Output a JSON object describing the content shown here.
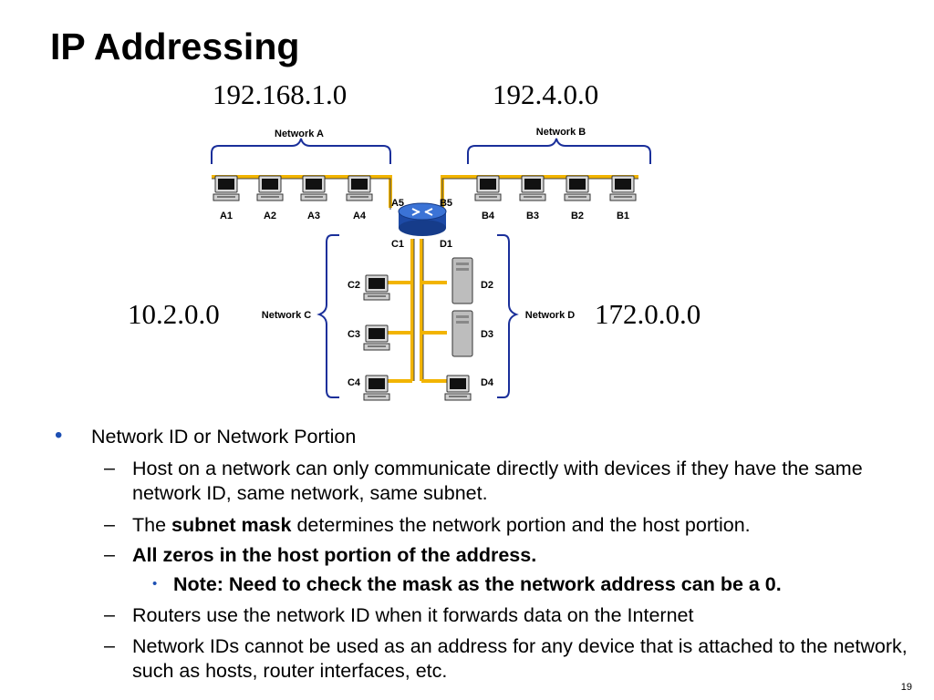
{
  "slide": {
    "title": "IP Addressing",
    "page_number": "19"
  },
  "network_addresses": {
    "a": "192.168.1.0",
    "b": "192.4.0.0",
    "c": "10.2.0.0",
    "d": "172.0.0.0"
  },
  "diagram": {
    "network_a_label": "Network A",
    "network_b_label": "Network B",
    "network_c_label": "Network C",
    "network_d_label": "Network D",
    "hosts_a": [
      "A1",
      "A2",
      "A3",
      "A4"
    ],
    "hosts_b": [
      "B4",
      "B3",
      "B2",
      "B1"
    ],
    "hosts_c": [
      "C2",
      "C3",
      "C4"
    ],
    "hosts_d": [
      "D2",
      "D3",
      "D4"
    ],
    "router_ports": [
      "A5",
      "B5",
      "C1",
      "D1"
    ],
    "router_icon": "router-icon",
    "pc_icon": "computer-icon",
    "server_icon": "server-icon"
  },
  "bullets": {
    "main": "Network ID or Network Portion",
    "sub1": "Host on a network can only communicate directly with devices if they have the same network ID, same network, same subnet.",
    "sub2_pre": "The ",
    "sub2_bold": "subnet mask",
    "sub2_post": " determines the network portion and the host portion.",
    "sub3": "All zeros in the host portion of the address.",
    "sub3_note": "Note: Need to check the mask as the network address can be a 0.",
    "sub4": "Routers use the network ID when it forwards data on the Internet",
    "sub5": "Network IDs cannot be used as an address for any device that is attached to the network, such as hosts, router interfaces, etc.",
    "dash_glyph": "–",
    "dot_glyph": "•"
  },
  "colors": {
    "cable": "#f2b400",
    "bracket": "#1a2f9a",
    "bullet": "#1c4fb3",
    "router": "#2456b8"
  }
}
